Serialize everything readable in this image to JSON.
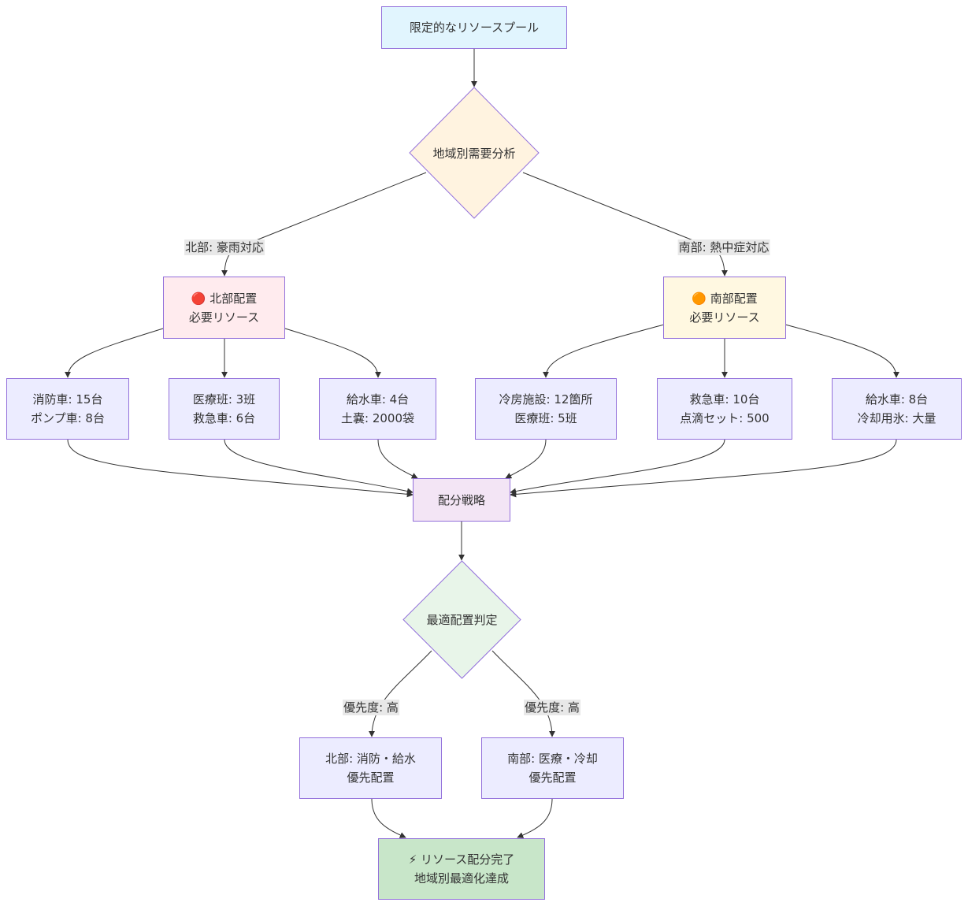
{
  "nodes": {
    "pool": {
      "lines": [
        "限定的なリソースプール"
      ]
    },
    "analysis": {
      "lines": [
        "地域別需要分析"
      ]
    },
    "north": {
      "lines": [
        "🔴 北部配置",
        "必要リソース"
      ]
    },
    "south": {
      "lines": [
        "🟠 南部配置",
        "必要リソース"
      ]
    },
    "n1": {
      "lines": [
        "消防車: 15台",
        "ポンプ車: 8台"
      ]
    },
    "n2": {
      "lines": [
        "医療班: 3班",
        "救急車: 6台"
      ]
    },
    "n3": {
      "lines": [
        "給水車: 4台",
        "土嚢: 2000袋"
      ]
    },
    "s1": {
      "lines": [
        "冷房施設: 12箇所",
        "医療班: 5班"
      ]
    },
    "s2": {
      "lines": [
        "救急車: 10台",
        "点滴セット: 500"
      ]
    },
    "s3": {
      "lines": [
        "給水車: 8台",
        "冷却用氷: 大量"
      ]
    },
    "strategy": {
      "lines": [
        "配分戦略"
      ]
    },
    "decision": {
      "lines": [
        "最適配置判定"
      ]
    },
    "north_priority": {
      "lines": [
        "北部: 消防・給水",
        "優先配置"
      ]
    },
    "south_priority": {
      "lines": [
        "南部: 医療・冷却",
        "優先配置"
      ]
    },
    "done": {
      "lines": [
        "⚡ リソース配分完了",
        "地域別最適化達成"
      ]
    }
  },
  "edge_labels": {
    "to_north": "北部: 豪雨対応",
    "to_south": "南部: 熱中症対応",
    "priority_north": "優先度: 高",
    "priority_south": "優先度: 高"
  },
  "colors": {
    "pool_fill": "#E1F5FE",
    "analysis_fill": "#FFF3E0",
    "north_fill": "#FFEBEE",
    "south_fill": "#FFF8E1",
    "default_fill": "#ECECFF",
    "strategy_fill": "#F3E5F5",
    "decision_fill": "#E8F5E9",
    "done_fill": "#C8E6C9",
    "border": "#9370DB",
    "edge": "#333333"
  }
}
